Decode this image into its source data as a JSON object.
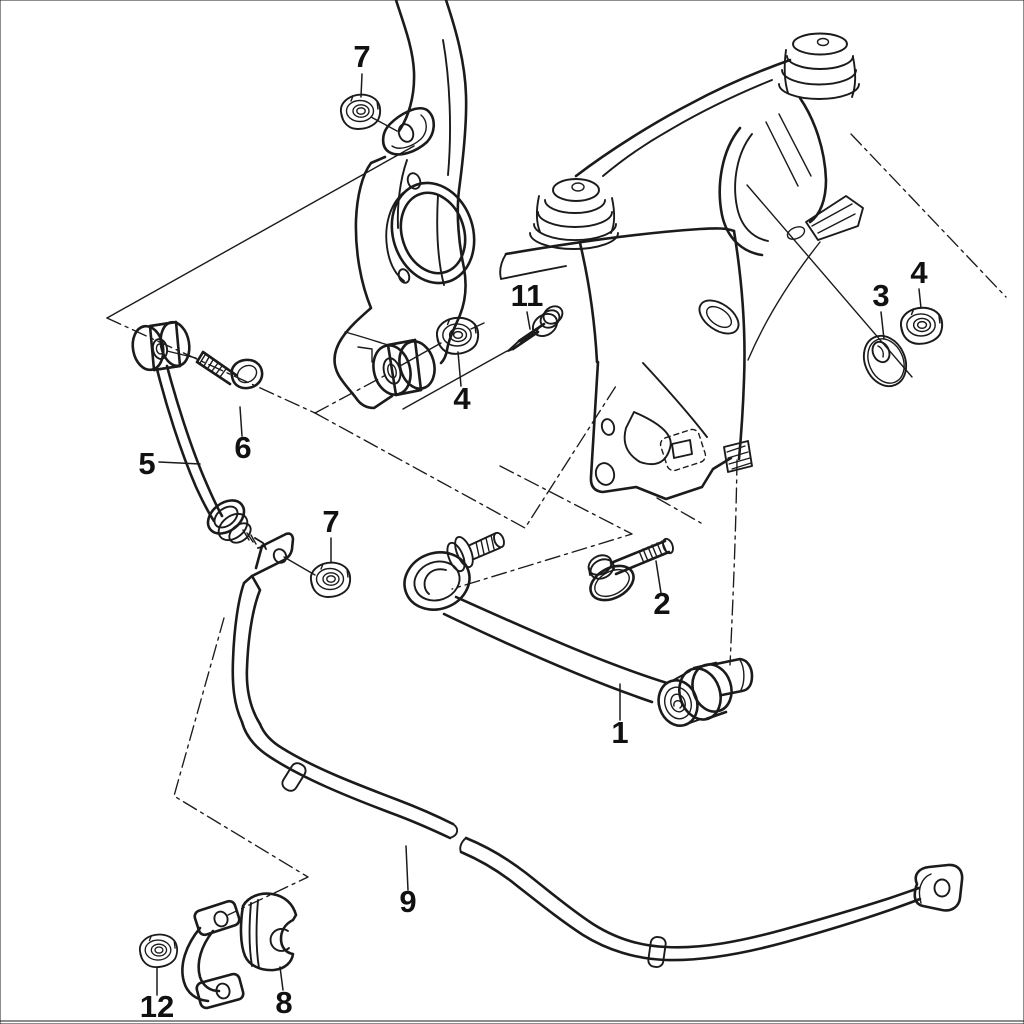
{
  "colors": {
    "background": "#ffffff",
    "line": "#1b1b1b",
    "highlight": "#e10c0c"
  },
  "labels": {
    "l1": {
      "text": "1"
    },
    "l2": {
      "text": "2"
    },
    "l3": {
      "text": "3"
    },
    "l4a": {
      "text": "4"
    },
    "l4b": {
      "text": "4"
    },
    "l5": {
      "text": "5"
    },
    "l6": {
      "text": "6"
    },
    "l7a": {
      "text": "7"
    },
    "l7b": {
      "text": "7"
    },
    "l8": {
      "text": "8"
    },
    "l9": {
      "text": "9"
    },
    "l11": {
      "text": "11"
    },
    "l12": {
      "text": "12"
    }
  },
  "highlighted_part_label": "1"
}
